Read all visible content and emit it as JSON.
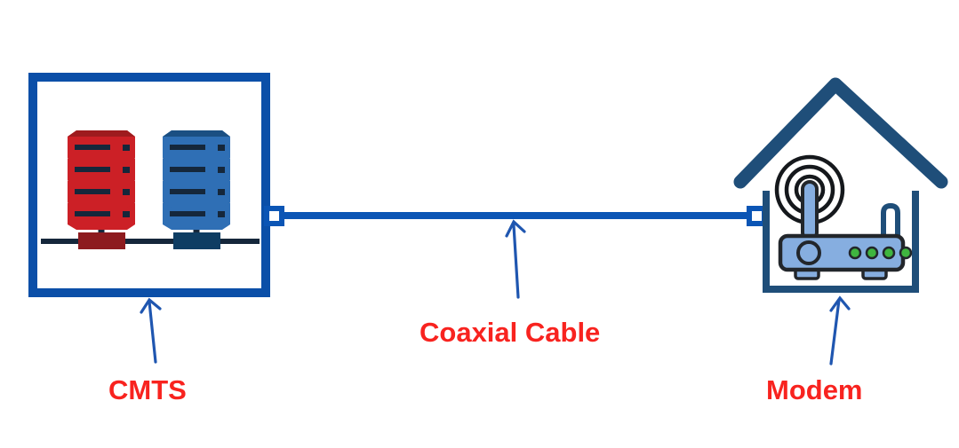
{
  "diagram": {
    "type": "network-topology",
    "title": "",
    "background_color": "#ffffff",
    "nodes": [
      {
        "id": "cmts",
        "label": "CMTS",
        "kind": "server-rack-enclosure",
        "description": "Cable Modem Termination System enclosure containing two server stacks on a shared bus",
        "label_color": "#F8231F",
        "border_color": "#0B4FA8",
        "servers": [
          {
            "id": "server-stack-red",
            "color": "#CC2026",
            "shade_color": "#9E1B1E",
            "units": 4,
            "base_block_color": "#8D1B1F"
          },
          {
            "id": "server-stack-blue",
            "color": "#2F6FB5",
            "shade_color": "#1B4F82",
            "units": 4,
            "base_block_color": "#0E3D63"
          }
        ],
        "bus_color": "#15273B"
      },
      {
        "id": "modem",
        "label": "Modem",
        "kind": "house-with-router",
        "description": "Home with a cable modem / wireless router emitting wifi signal",
        "label_color": "#F8231F",
        "house_outline_color": "#1F4E79",
        "router_body_color": "#86AEE0",
        "router_outline_color": "#22262B",
        "led_color": "#3FB53F",
        "led_count": 4,
        "signal_arcs": 3
      }
    ],
    "links": [
      {
        "id": "coax-link",
        "label": "Coaxial Cable",
        "label_color": "#F8231F",
        "line_color": "#0B55B5",
        "from": "cmts",
        "to": "modem",
        "connector_style": "square-port"
      }
    ],
    "callouts": [
      {
        "id": "callout-cmts",
        "target": "cmts",
        "label": "CMTS",
        "arrow_color": "#1F56B0"
      },
      {
        "id": "callout-coax",
        "target": "coax-link",
        "label": "Coaxial Cable",
        "arrow_color": "#1F56B0"
      },
      {
        "id": "callout-modem",
        "target": "modem",
        "label": "Modem",
        "arrow_color": "#1F56B0"
      }
    ]
  },
  "labels": {
    "cmts": "CMTS",
    "coaxial_cable": "Coaxial Cable",
    "modem": "Modem"
  },
  "colors": {
    "label_red": "#F8231F",
    "cmts_border_blue": "#0B4FA8",
    "cable_blue": "#0B55B5",
    "house_navy": "#1F4E79",
    "router_blue": "#86AEE0",
    "led_green": "#3FB53F",
    "server_red": "#CC2026",
    "server_blue": "#2F6FB5",
    "bus_dark": "#15273B"
  }
}
